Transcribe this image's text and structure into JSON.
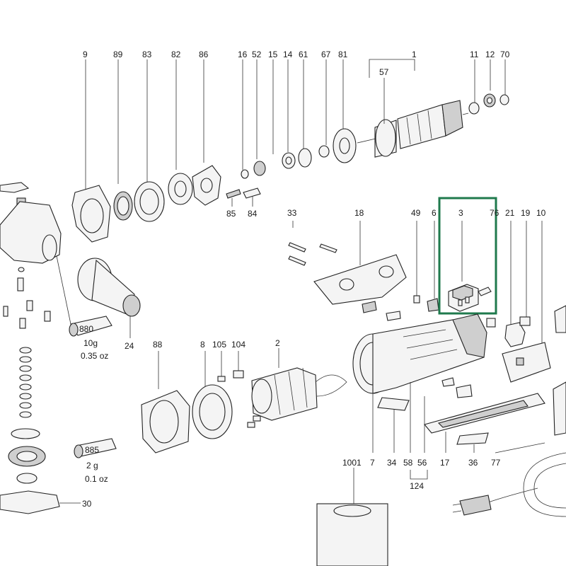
{
  "diagram": {
    "highlight_color": "#1f7a4d",
    "top_callouts": [
      {
        "id": "9",
        "label": "9"
      },
      {
        "id": "89",
        "label": "89"
      },
      {
        "id": "83",
        "label": "83"
      },
      {
        "id": "82",
        "label": "82"
      },
      {
        "id": "86",
        "label": "86"
      },
      {
        "id": "16",
        "label": "16"
      },
      {
        "id": "52",
        "label": "52"
      },
      {
        "id": "15",
        "label": "15"
      },
      {
        "id": "14",
        "label": "14"
      },
      {
        "id": "61",
        "label": "61"
      },
      {
        "id": "67",
        "label": "67"
      },
      {
        "id": "81",
        "label": "81"
      },
      {
        "id": "1",
        "label": "1"
      },
      {
        "id": "11",
        "label": "11"
      },
      {
        "id": "12",
        "label": "12"
      },
      {
        "id": "70",
        "label": "70"
      }
    ],
    "callouts": [
      {
        "id": "57",
        "label": "57"
      },
      {
        "id": "85",
        "label": "85"
      },
      {
        "id": "84",
        "label": "84"
      },
      {
        "id": "33",
        "label": "33"
      },
      {
        "id": "18",
        "label": "18"
      },
      {
        "id": "49",
        "label": "49"
      },
      {
        "id": "6",
        "label": "6"
      },
      {
        "id": "3",
        "label": "3"
      },
      {
        "id": "76",
        "label": "76"
      },
      {
        "id": "21",
        "label": "21"
      },
      {
        "id": "19",
        "label": "19"
      },
      {
        "id": "10",
        "label": "10"
      },
      {
        "id": "880",
        "label": "880"
      },
      {
        "id": "880w",
        "label": "10g"
      },
      {
        "id": "880oz",
        "label": "0.35 oz"
      },
      {
        "id": "24",
        "label": "24"
      },
      {
        "id": "88",
        "label": "88"
      },
      {
        "id": "8",
        "label": "8"
      },
      {
        "id": "105",
        "label": "105"
      },
      {
        "id": "104",
        "label": "104"
      },
      {
        "id": "2",
        "label": "2"
      },
      {
        "id": "885",
        "label": "885"
      },
      {
        "id": "885w",
        "label": "2 g"
      },
      {
        "id": "885oz",
        "label": "0.1 oz"
      },
      {
        "id": "30",
        "label": "30"
      },
      {
        "id": "1001",
        "label": "1001"
      },
      {
        "id": "7",
        "label": "7"
      },
      {
        "id": "34",
        "label": "34"
      },
      {
        "id": "58",
        "label": "58"
      },
      {
        "id": "56",
        "label": "56"
      },
      {
        "id": "17",
        "label": "17"
      },
      {
        "id": "36",
        "label": "36"
      },
      {
        "id": "77",
        "label": "77"
      },
      {
        "id": "124",
        "label": "124"
      }
    ]
  }
}
